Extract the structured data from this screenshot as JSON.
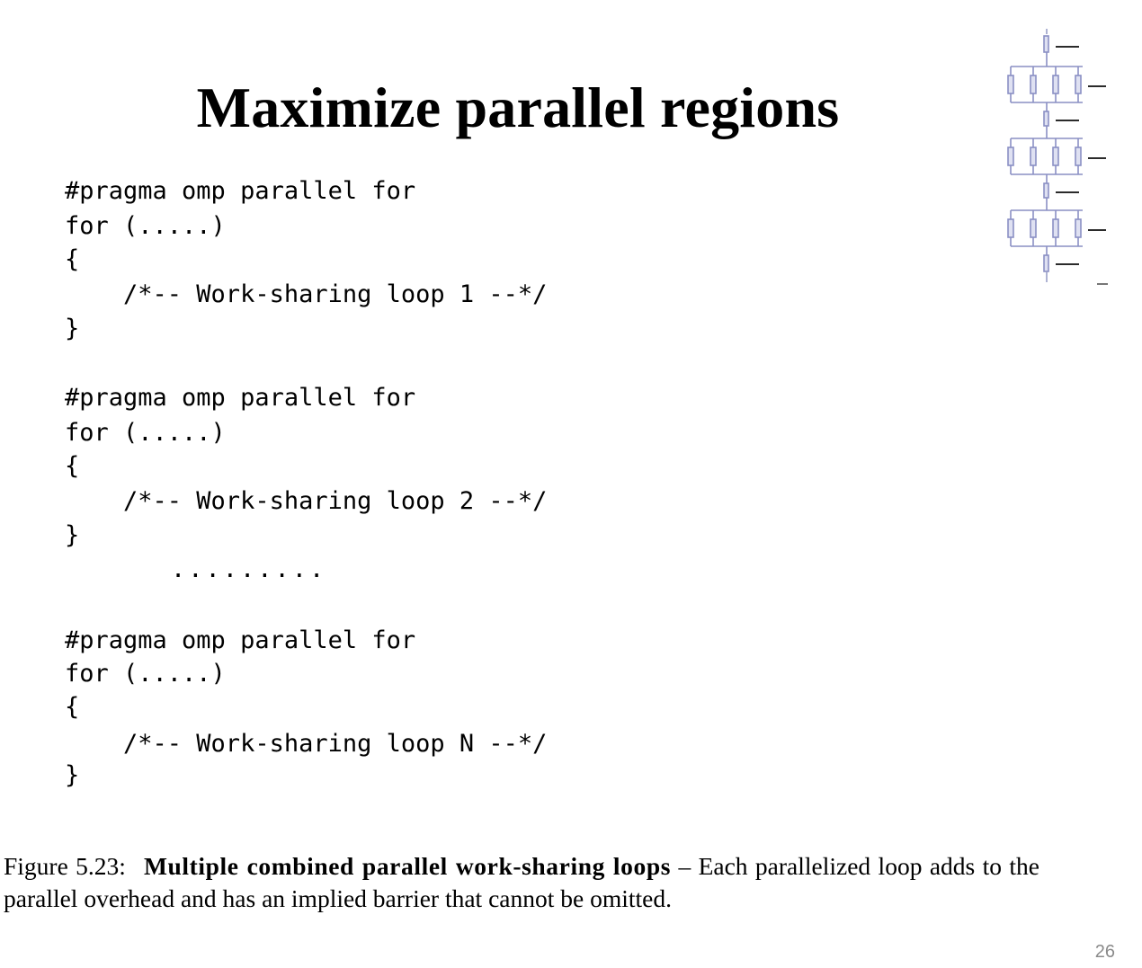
{
  "slide": {
    "title": "Maximize parallel regions",
    "page_number": "26"
  },
  "code_lines": [
    "#pragma omp parallel for",
    "for (.....)",
    "{",
    "    /*-- Work-sharing loop 1 --*/",
    "}",
    "#pragma omp parallel for",
    "for (.....)",
    "{",
    "    /*-- Work-sharing loop 2 --*/",
    "}",
    ".........",
    "#pragma omp parallel for",
    "for (.....)",
    "{",
    "    /*-- Work-sharing loop N --*/",
    "}"
  ],
  "caption": {
    "label": "Figure 5.23:",
    "title": "Multiple combined parallel work-sharing loops",
    "body": " – Each parallelized loop adds to the parallel overhead and has an implied barrier that cannot be omitted."
  },
  "thumbnail": {
    "icon": "fork-join-diagram-icon",
    "stroke_color": "#8a8fc4",
    "line_color": "#2b2b2b"
  }
}
